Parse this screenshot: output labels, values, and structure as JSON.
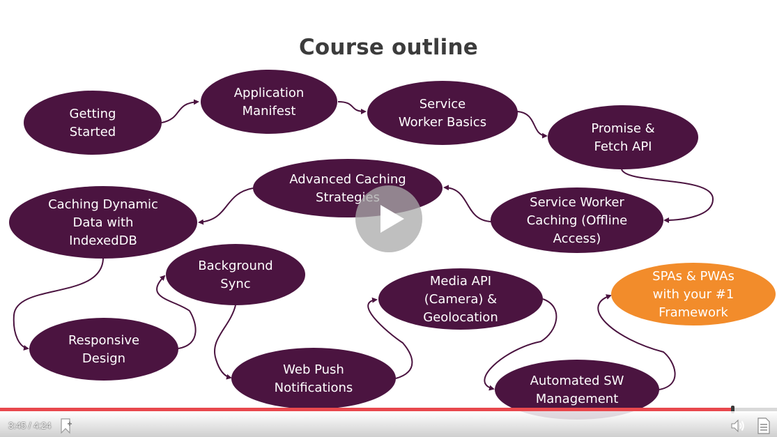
{
  "slide": {
    "title": "Course outline"
  },
  "colors": {
    "node_fill": "#4b1440",
    "highlight_fill": "#f28c2b",
    "arrow": "#4b1440",
    "progress": "#e8484d"
  },
  "nodes": [
    {
      "id": "getting-started",
      "lines": [
        "Getting",
        "Started"
      ]
    },
    {
      "id": "application-manifest",
      "lines": [
        "Application",
        "Manifest"
      ]
    },
    {
      "id": "service-worker-basics",
      "lines": [
        "Service",
        "Worker Basics"
      ]
    },
    {
      "id": "promise-fetch-api",
      "lines": [
        "Promise &",
        "Fetch API"
      ]
    },
    {
      "id": "service-worker-caching",
      "lines": [
        "Service Worker",
        "Caching (Offline",
        "Access)"
      ]
    },
    {
      "id": "advanced-caching-strategies",
      "lines": [
        "Advanced Caching",
        "Strategies"
      ]
    },
    {
      "id": "caching-dynamic-data",
      "lines": [
        "Caching Dynamic",
        "Data with",
        "IndexedDB"
      ]
    },
    {
      "id": "responsive-design",
      "lines": [
        "Responsive",
        "Design"
      ]
    },
    {
      "id": "background-sync",
      "lines": [
        "Background",
        "Sync"
      ]
    },
    {
      "id": "web-push-notifications",
      "lines": [
        "Web Push",
        "Notifications"
      ]
    },
    {
      "id": "media-api",
      "lines": [
        "Media API",
        "(Camera) &",
        "Geolocation"
      ]
    },
    {
      "id": "automated-sw-management",
      "lines": [
        "Automated SW",
        "Management"
      ]
    },
    {
      "id": "spas-pwas",
      "lines": [
        "SPAs & PWAs",
        "with your #1",
        "Framework"
      ]
    }
  ],
  "player": {
    "time_readout": "3:45 / 4:24",
    "progress_fraction": 0.943,
    "icons": {
      "play": "play-icon",
      "bookmark": "bookmark-add-icon",
      "volume": "volume-icon",
      "transcript": "transcript-icon"
    }
  }
}
